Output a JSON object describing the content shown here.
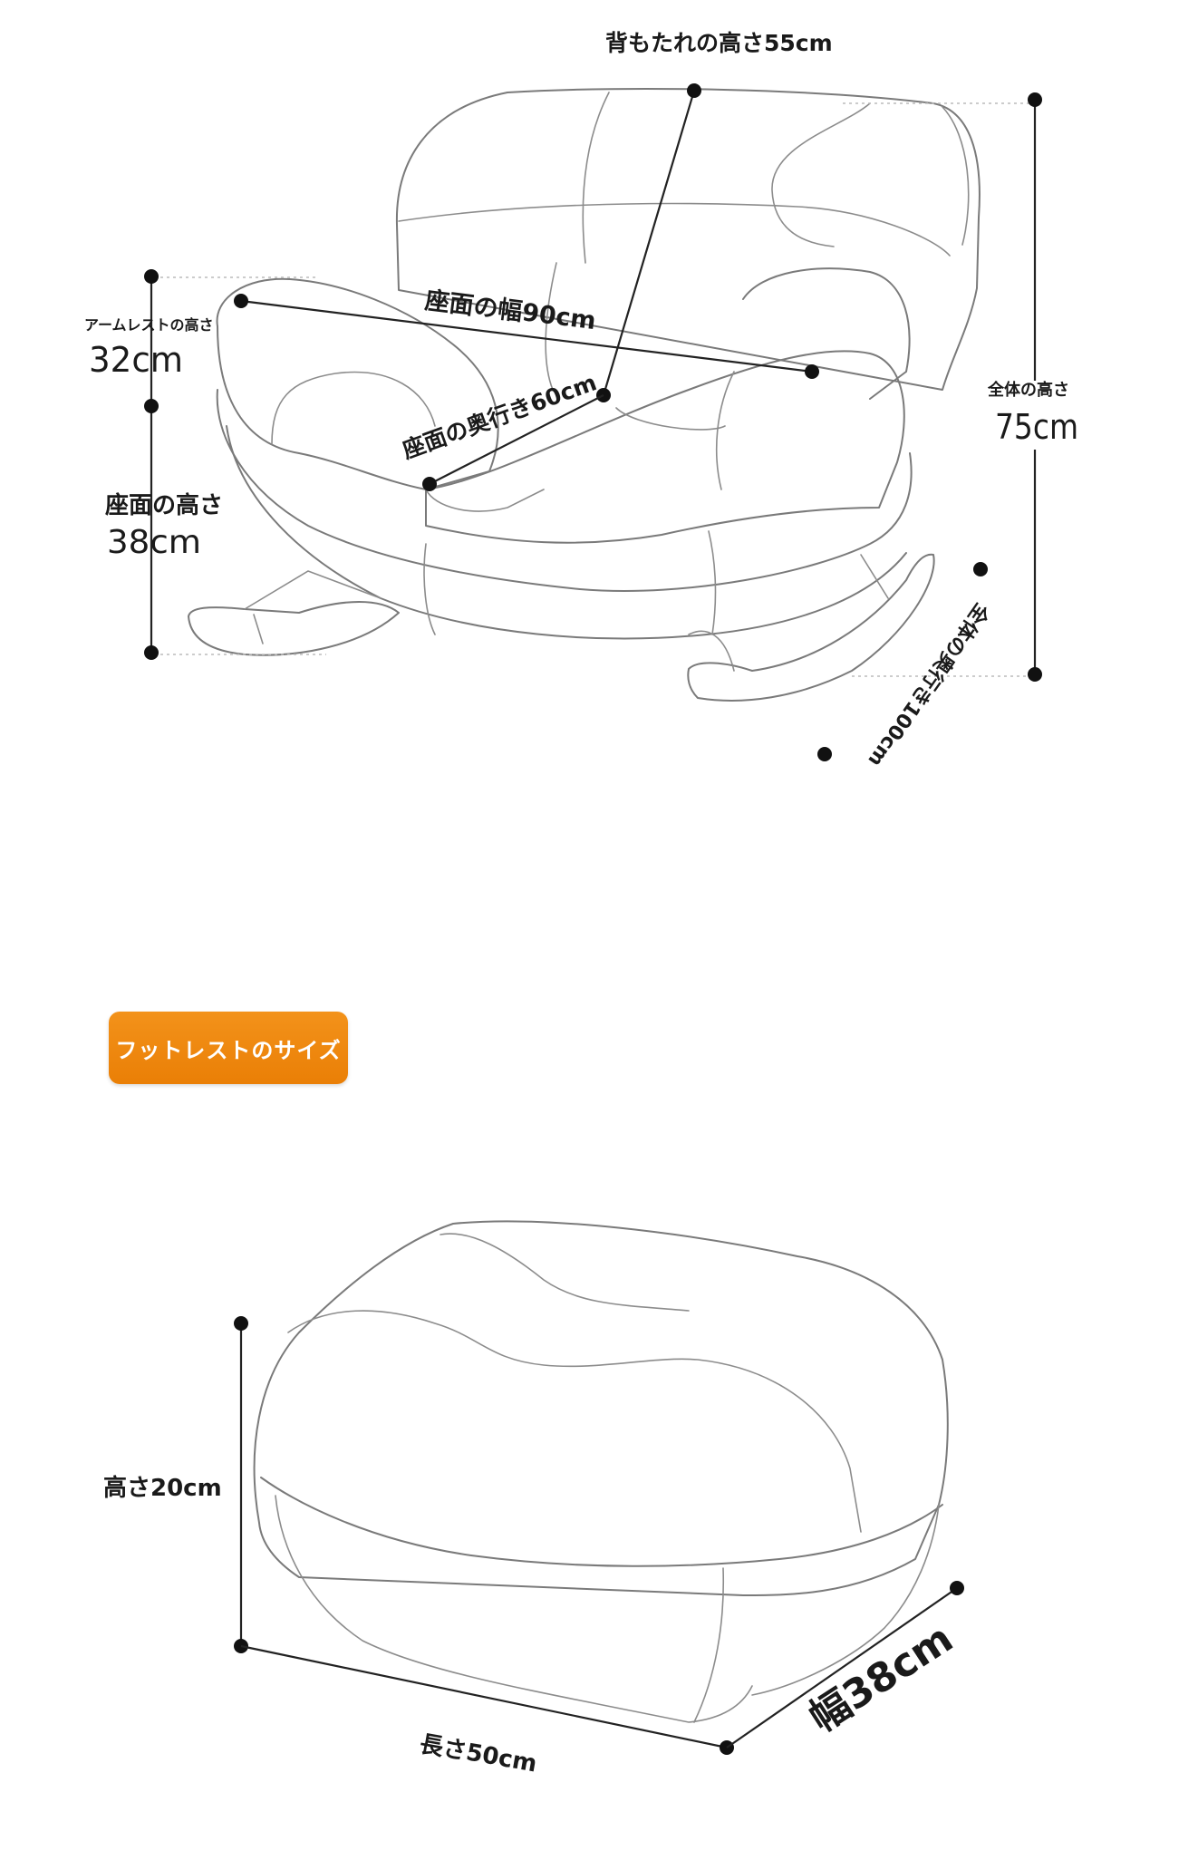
{
  "chair": {
    "labels": {
      "backrest_height": "背もたれの高さ55cm",
      "seat_width": "座面の幅90cm",
      "seat_depth": "座面の奥行き60cm",
      "armrest_title": "アームレストの高さ",
      "armrest_value": "32cm",
      "seat_height_title": "座面の高さ",
      "seat_height_value": "38cm",
      "total_height_title": "全体の高さ",
      "total_height_value": "75cm",
      "total_depth": "全体の奥行き100cm"
    }
  },
  "footrest": {
    "badge": "フットレストのサイズ",
    "labels": {
      "height": "高さ20cm",
      "length": "長さ50cm",
      "width": "幅38cm"
    }
  },
  "colors": {
    "badge": "#ef8a10",
    "outline": "#7a7a7a",
    "dimension": "#222222"
  }
}
